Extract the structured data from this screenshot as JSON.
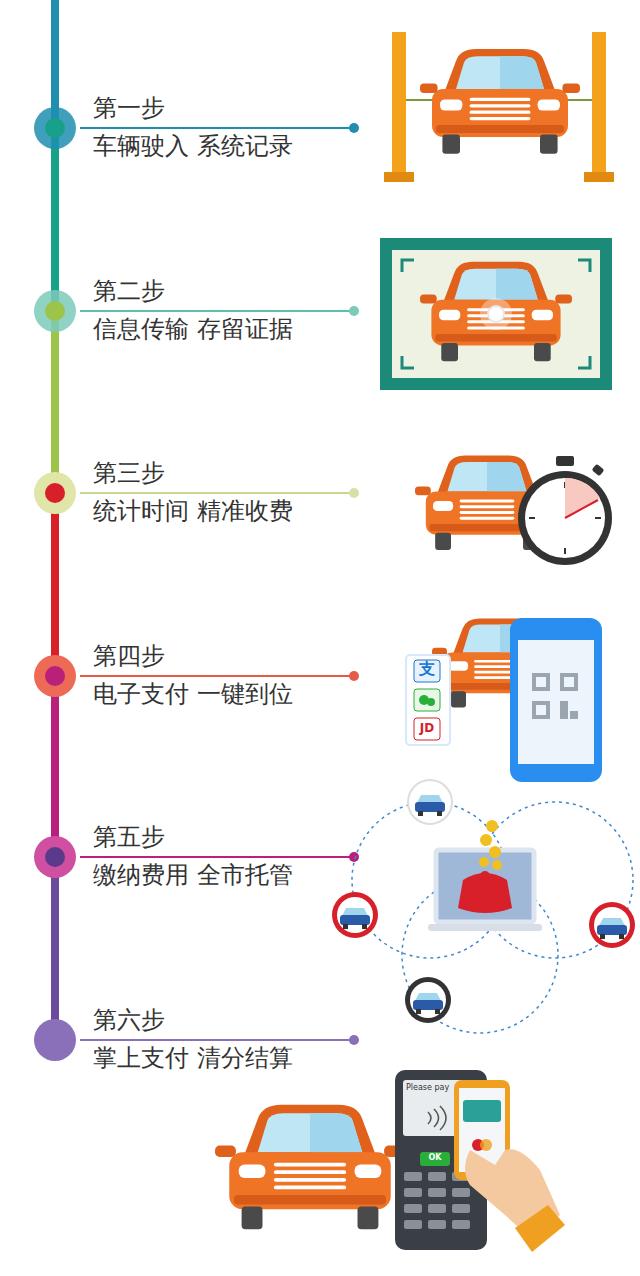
{
  "diagram": {
    "labels": [
      "第一步",
      "车辆驶入 系统记录",
      "第二步",
      "信息传输 存留证据",
      "第三步",
      "统计时间 精准收费",
      "第四步",
      "电子支付 一键到位",
      "第五步",
      "缴纳费用 全市托管",
      "第六步",
      "掌上支付 清分结算",
      "支",
      "JD",
      "Please pay",
      "OK"
    ]
  }
}
